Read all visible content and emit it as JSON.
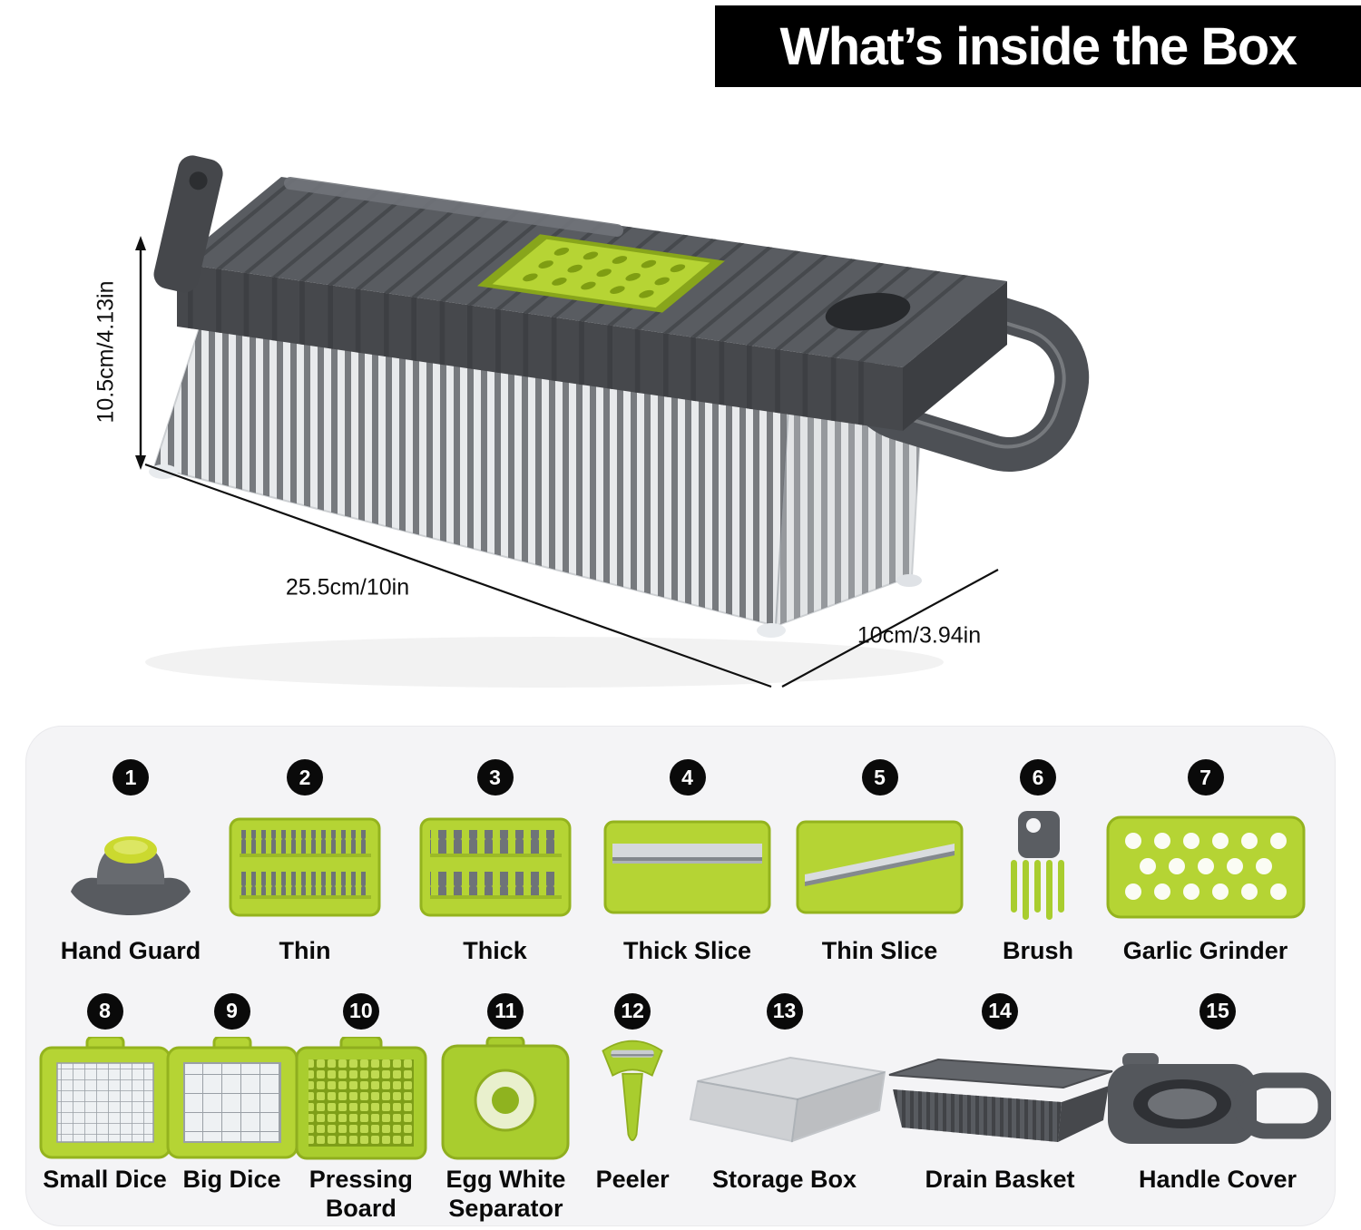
{
  "title": "What’s inside the Box",
  "dimensions": {
    "height": "10.5cm/4.13in",
    "length": "25.5cm/10in",
    "depth": "10cm/3.94in"
  },
  "colors": {
    "accent_green": "#b5d434",
    "product_gray": "#55585c",
    "badge_black": "#0a0a0a",
    "panel_bg": "#f4f4f6",
    "banner_bg": "#000000"
  },
  "items": [
    {
      "number": "1",
      "label": "Hand Guard",
      "icon": "hand-guard-icon"
    },
    {
      "number": "2",
      "label": "Thin",
      "icon": "thin-blade-icon"
    },
    {
      "number": "3",
      "label": "Thick",
      "icon": "thick-blade-icon"
    },
    {
      "number": "4",
      "label": "Thick Slice",
      "icon": "thick-slice-icon"
    },
    {
      "number": "5",
      "label": "Thin Slice",
      "icon": "thin-slice-icon"
    },
    {
      "number": "6",
      "label": "Brush",
      "icon": "brush-icon"
    },
    {
      "number": "7",
      "label": "Garlic Grinder",
      "icon": "garlic-grinder-icon"
    },
    {
      "number": "8",
      "label": "Small Dice",
      "icon": "small-dice-icon"
    },
    {
      "number": "9",
      "label": "Big Dice",
      "icon": "big-dice-icon"
    },
    {
      "number": "10",
      "label": "Pressing Board",
      "icon": "pressing-board-icon"
    },
    {
      "number": "11",
      "label": "Egg White Separator",
      "icon": "egg-white-separator-icon"
    },
    {
      "number": "12",
      "label": "Peeler",
      "icon": "peeler-icon"
    },
    {
      "number": "13",
      "label": "Storage Box",
      "icon": "storage-box-icon"
    },
    {
      "number": "14",
      "label": "Drain Basket",
      "icon": "drain-basket-icon"
    },
    {
      "number": "15",
      "label": "Handle Cover",
      "icon": "handle-cover-icon"
    }
  ]
}
